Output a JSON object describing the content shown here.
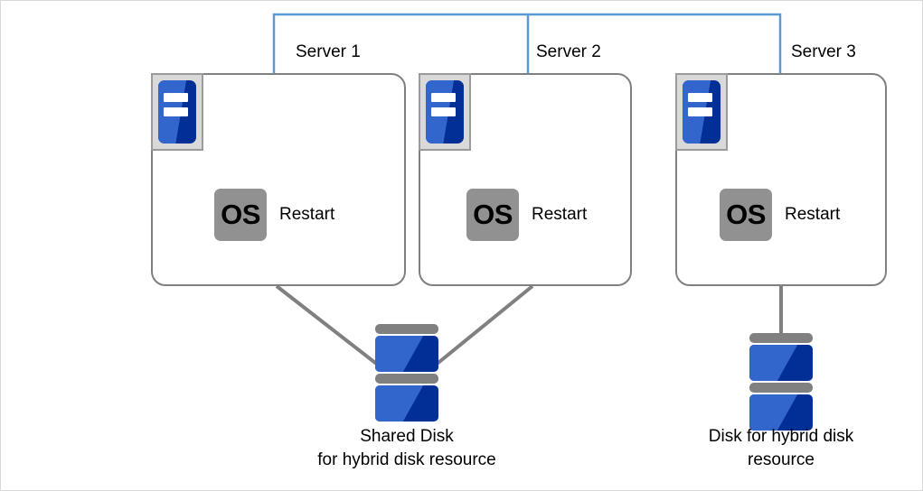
{
  "diagram": {
    "title": "Hybrid disk resource server and disk configuration",
    "colors": {
      "server_border": "#808080",
      "cluster_bracket": "#5b9bd5",
      "connector_line": "#808080",
      "disk_blue_light": "#3366cc",
      "disk_blue_dark": "#002f96",
      "disk_gray_bar": "#808080",
      "os_icon_bg": "#919191",
      "machine_icon_frame": "#9a9a9a",
      "machine_icon_fill": "#d9d9d9",
      "page_border": "#d8d8d8"
    },
    "servers": [
      {
        "label": "Server 1",
        "machine_icon": "server-machine-icon",
        "os_icon_text": "OS",
        "os_status": "Restart"
      },
      {
        "label": "Server 2",
        "machine_icon": "server-machine-icon",
        "os_icon_text": "OS",
        "os_status": "Restart"
      },
      {
        "label": "Server 3",
        "machine_icon": "server-machine-icon",
        "os_icon_text": "OS",
        "os_status": "Restart"
      }
    ],
    "disks": [
      {
        "icon": "disk-stack-icon",
        "caption_line1": "Shared Disk",
        "caption_line2": "for hybrid disk resource",
        "connected_to": [
          "Server 1",
          "Server 2"
        ]
      },
      {
        "icon": "disk-stack-icon",
        "caption_line1": "Disk for hybrid disk",
        "caption_line2": "resource",
        "connected_to": [
          "Server 3"
        ]
      }
    ]
  }
}
